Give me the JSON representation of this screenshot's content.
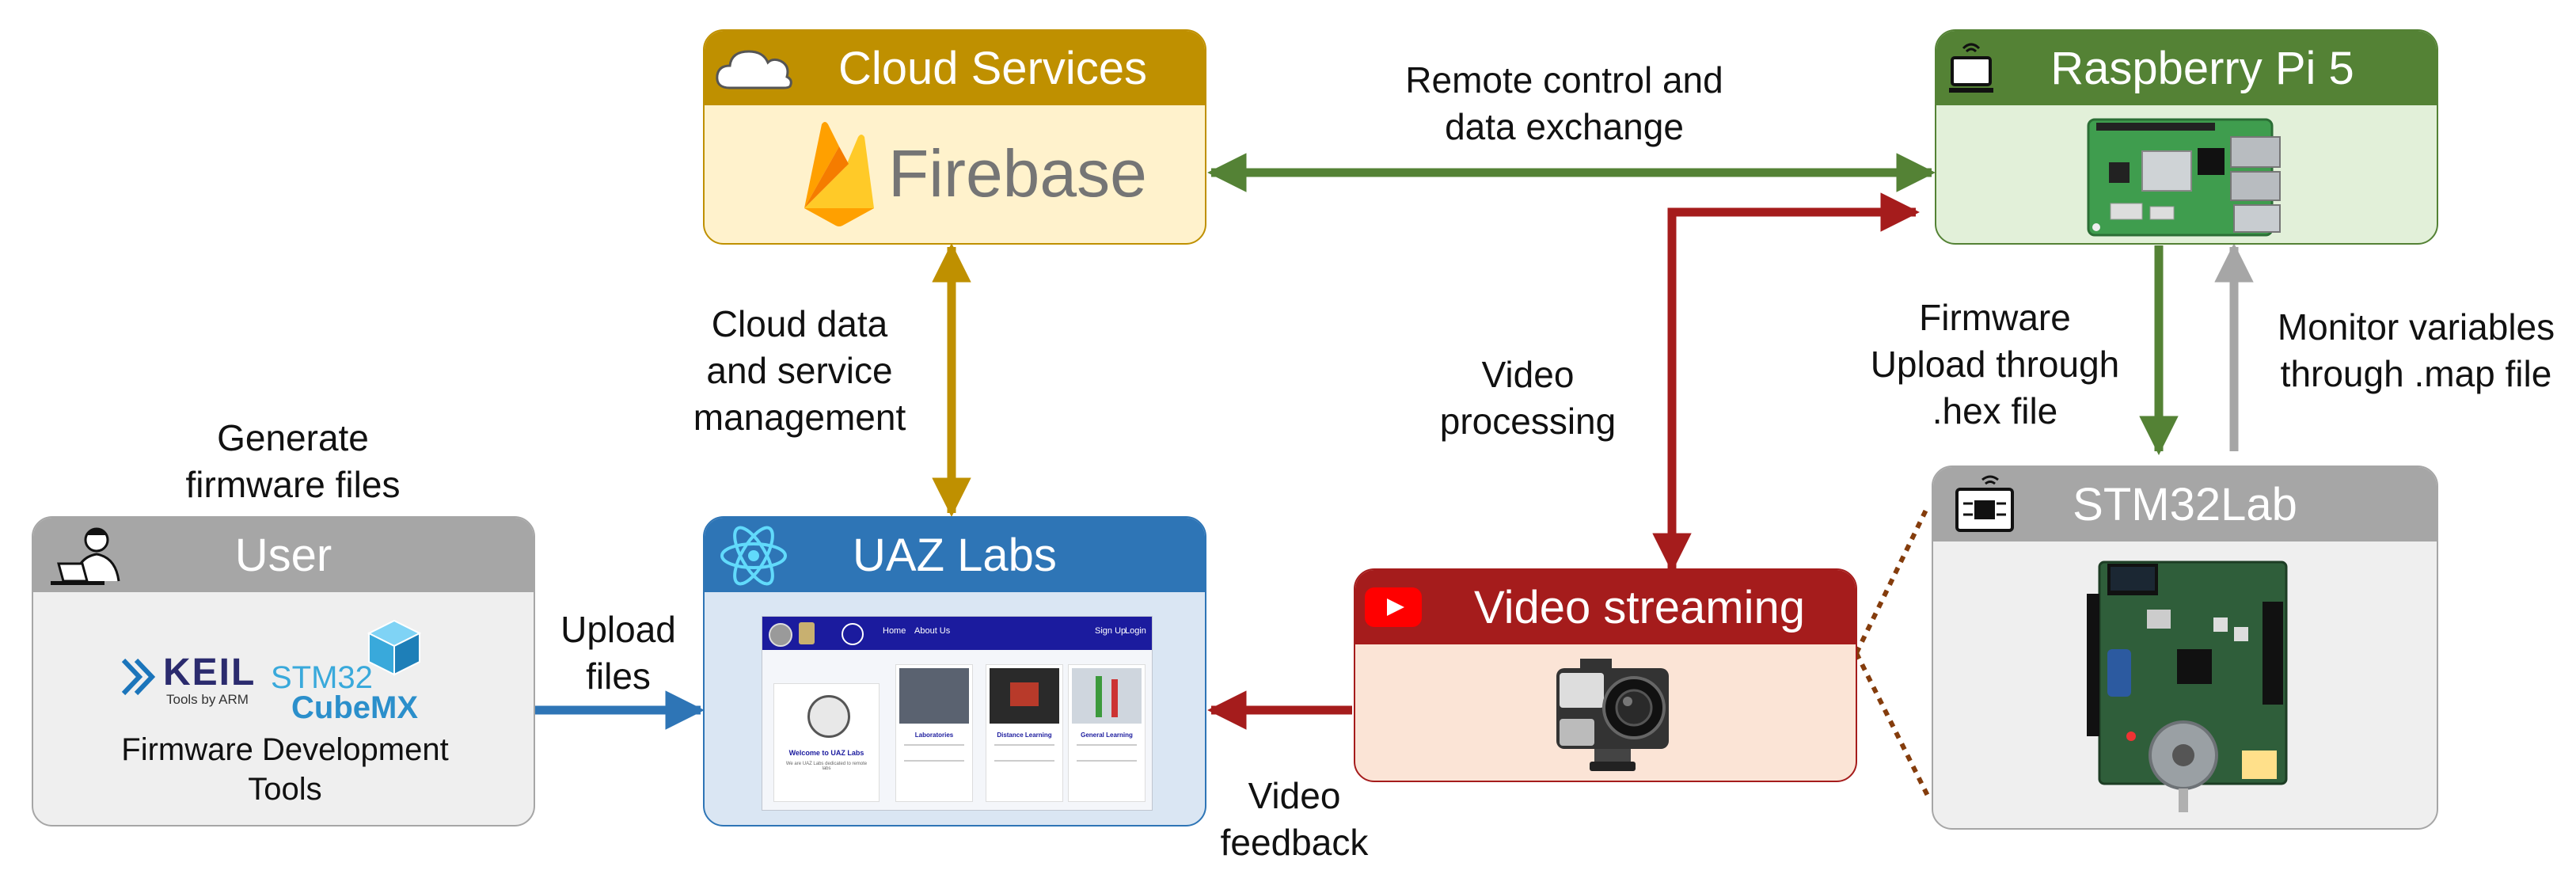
{
  "cloud": {
    "title": "Cloud Services",
    "logo_text": "Firebase",
    "header_color": "#bf9000",
    "body_color": "#fff2cc"
  },
  "pi": {
    "title": "Raspberry Pi 5",
    "header_color": "#548235",
    "body_color": "#e2f0d9"
  },
  "user": {
    "title": "User",
    "tools_caption_line1": "Firmware Development",
    "tools_caption_line2": "Tools",
    "keil_text": "KEIL",
    "keil_sub": "Tools by ARM",
    "stm_text": "STM32",
    "cubemx_text": "CubeMX",
    "header_color": "#a6a6a6",
    "body_color": "#efefef"
  },
  "uaz": {
    "title": "UAZ Labs",
    "header_color": "#2e75b6",
    "body_color": "#dae6f3",
    "site": {
      "nav_home": "Home",
      "nav_about": "About Us",
      "nav_signup": "Sign Up",
      "nav_login": "Login",
      "welcome": "Welcome to UAZ Labs",
      "welcome_sub": "We are UAZ Labs dedicated to remote labs",
      "card1": "Laboratories",
      "card2": "Distance Learning",
      "card3": "General Learning"
    }
  },
  "video": {
    "title": "Video streaming",
    "header_color": "#a51c1c",
    "body_color": "#fbe4d6"
  },
  "stm": {
    "title": "STM32Lab",
    "header_color": "#a6a6a6",
    "body_color": "#efefef"
  },
  "labels": {
    "remote_l1": "Remote control and",
    "remote_l2": "data exchange",
    "cloud_l1": "Cloud data",
    "cloud_l2": "and service",
    "cloud_l3": "management",
    "gen_l1": "Generate",
    "gen_l2": "firmware files",
    "upload_l1": "Upload",
    "upload_l2": "files",
    "vproc_l1": "Video",
    "vproc_l2": "processing",
    "vfeed_l1": "Video",
    "vfeed_l2": "feedback",
    "fw_l1": "Firmware",
    "fw_l2": "Upload through",
    "fw_l3": ".hex file",
    "mon_l1": "Monitor variables",
    "mon_l2": "through .map file"
  },
  "arrow_colors": {
    "green": "#548235",
    "gold": "#bf9000",
    "red": "#a51c1c",
    "blue": "#2e75b6",
    "gray": "#a6a6a6",
    "brown": "#843c0c"
  }
}
